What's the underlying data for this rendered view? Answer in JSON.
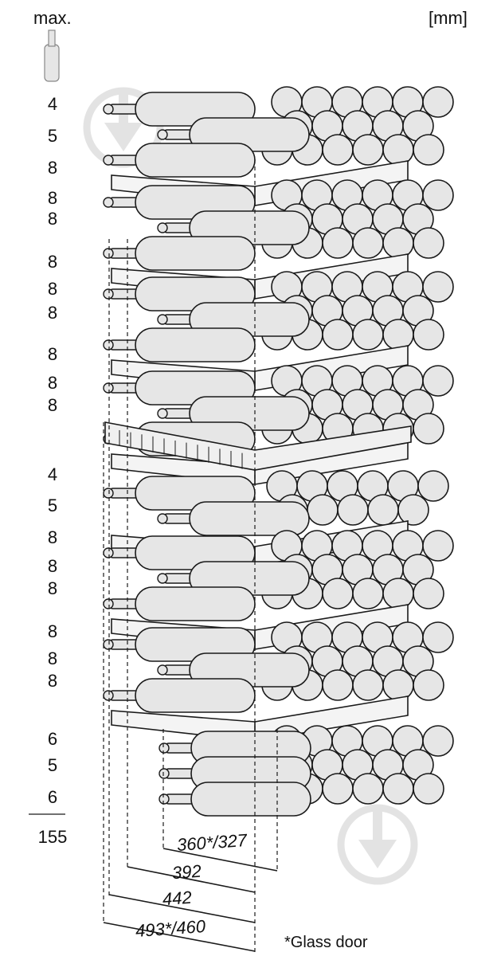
{
  "header": {
    "max_label": "max.",
    "unit_label": "[mm]"
  },
  "bottle_counts": [
    "4",
    "5",
    "8",
    "8",
    "8",
    "8",
    "8",
    "8",
    "8",
    "8",
    "8",
    "4",
    "5",
    "8",
    "8",
    "8",
    "8",
    "8",
    "8",
    "6",
    "5",
    "6"
  ],
  "total": "155",
  "dimensions": [
    {
      "label": "360*/327"
    },
    {
      "label": "392"
    },
    {
      "label": "442"
    },
    {
      "label": "493*/460"
    }
  ],
  "footnote": "*Glass door",
  "colors": {
    "bottle_fill": "#e6e6e6",
    "stroke": "#1a1a1a",
    "watermark": "#e3e3e3"
  }
}
